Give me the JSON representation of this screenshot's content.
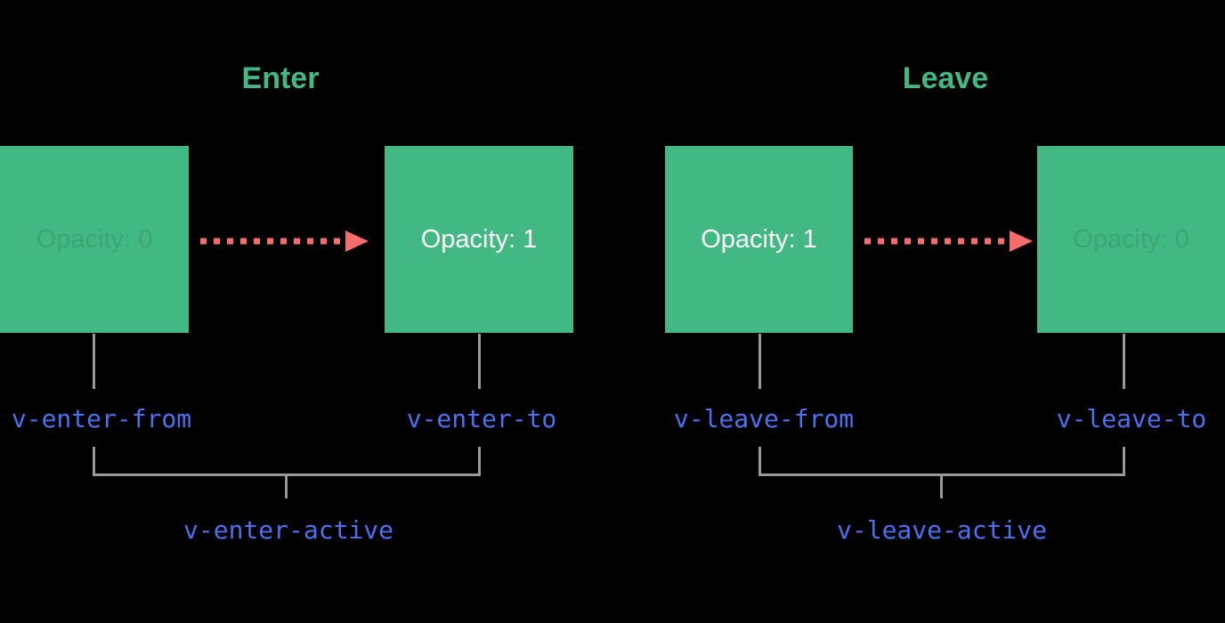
{
  "colors": {
    "background": "#000000",
    "box_green": "#42b883",
    "title_green": "#42b883",
    "arrow_red": "#f56c6c",
    "line_gray": "#999999",
    "class_blue": "#4b70f2",
    "box_text_white": "#ffffff"
  },
  "enter": {
    "title": "Enter",
    "from_box": {
      "label": "Opacity: 0"
    },
    "to_box": {
      "label": "Opacity: 1"
    },
    "class_from": "v-enter-from",
    "class_to": "v-enter-to",
    "class_active": "v-enter-active"
  },
  "leave": {
    "title": "Leave",
    "from_box": {
      "label": "Opacity: 1"
    },
    "to_box": {
      "label": "Opacity: 0"
    },
    "class_from": "v-leave-from",
    "class_to": "v-leave-to",
    "class_active": "v-leave-active"
  }
}
